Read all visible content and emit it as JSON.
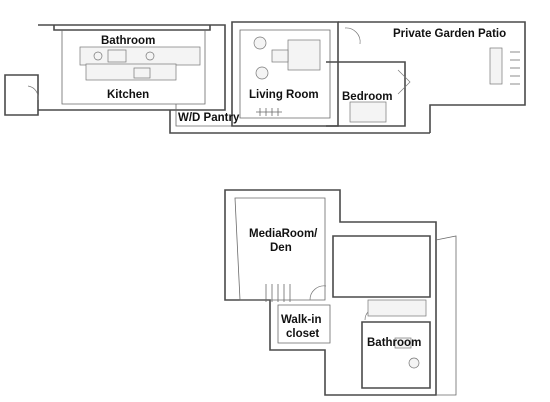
{
  "upper_floor": {
    "rooms": [
      {
        "id": "bathroom",
        "label": "Bathroom"
      },
      {
        "id": "kitchen",
        "label": "Kitchen"
      },
      {
        "id": "wd-pantry",
        "label": "W/D Pantry"
      },
      {
        "id": "living-room",
        "label": "Living Room"
      },
      {
        "id": "bedroom",
        "label": "Bedroom"
      },
      {
        "id": "private-garden-patio",
        "label": "Private Garden Patio"
      }
    ]
  },
  "lower_floor": {
    "rooms": [
      {
        "id": "media-room",
        "label_lines": [
          "MediaRoom/",
          "Den"
        ]
      },
      {
        "id": "walk-in-closet",
        "label_lines": [
          "Walk-in",
          "closet"
        ]
      },
      {
        "id": "lower-bathroom",
        "label": "Bathroom"
      }
    ]
  }
}
